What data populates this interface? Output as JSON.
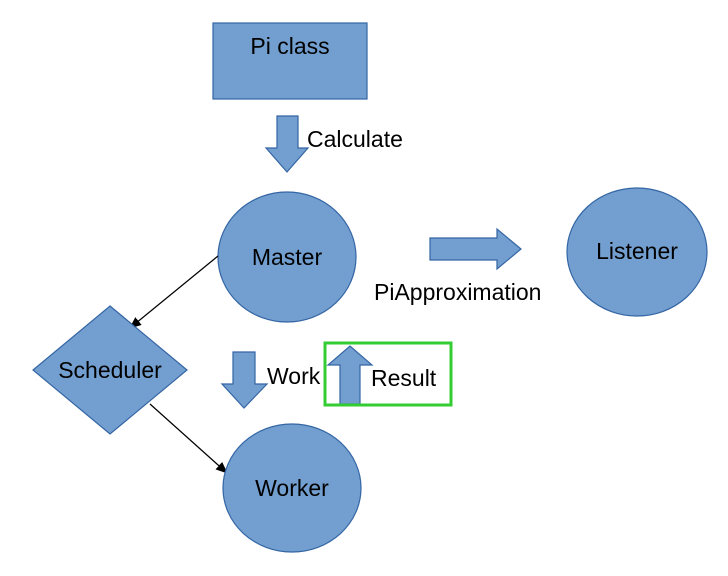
{
  "diagram": {
    "nodes": {
      "pi_class": {
        "label": "Pi class"
      },
      "master": {
        "label": "Master"
      },
      "listener": {
        "label": "Listener"
      },
      "scheduler": {
        "label": "Scheduler"
      },
      "worker": {
        "label": "Worker"
      }
    },
    "edges": {
      "calculate": {
        "label": "Calculate"
      },
      "pi_approximation": {
        "label": "PiApproximation"
      },
      "work": {
        "label": "Work"
      },
      "result": {
        "label": "Result",
        "highlighted": true
      }
    },
    "colors": {
      "shape_fill": "#729fcf",
      "shape_stroke": "#3465a4",
      "highlight_box": "#33cc33",
      "connector": "#000000"
    }
  }
}
